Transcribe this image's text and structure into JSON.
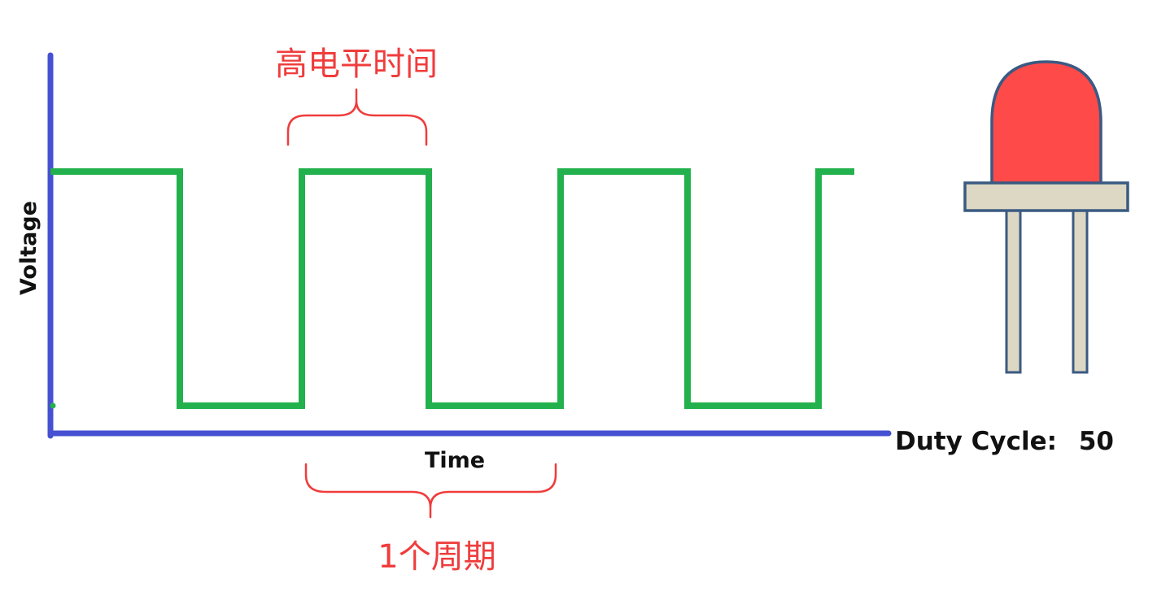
{
  "axes": {
    "x_label": "Time",
    "y_label": "Voltage"
  },
  "duty_cycle": {
    "label": "Duty Cycle:",
    "value": "50"
  },
  "annotations": {
    "high_time": "高电平时间",
    "period": "1个周期"
  },
  "colors": {
    "axis": "#4650d2",
    "signal": "#22b14c",
    "annotation": "#f03c3c",
    "led_body": "#ff4a4a",
    "led_outline": "#3a5a82",
    "led_base": "#ddd8c4",
    "text": "#111111"
  }
}
